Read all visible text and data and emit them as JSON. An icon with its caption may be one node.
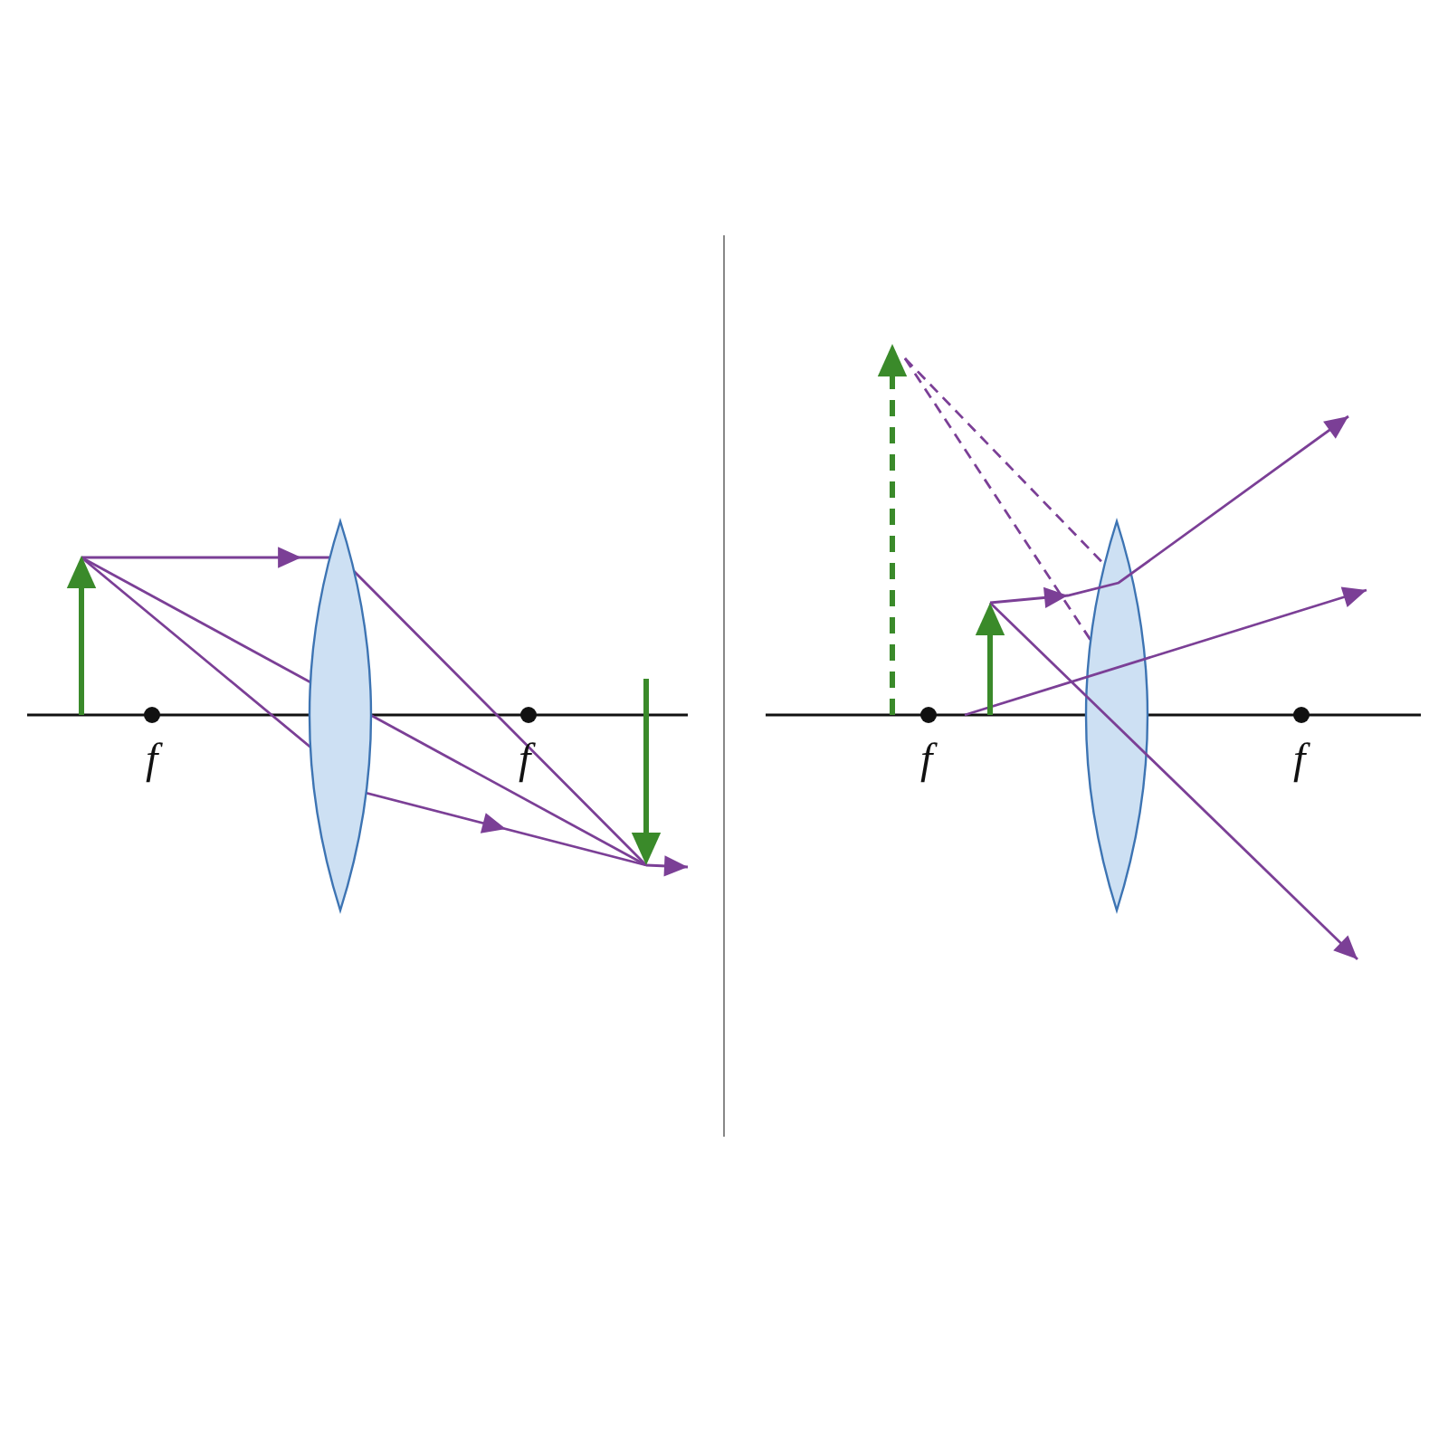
{
  "diagram": {
    "labels": [
      "f",
      "f",
      "f",
      "f"
    ]
  }
}
